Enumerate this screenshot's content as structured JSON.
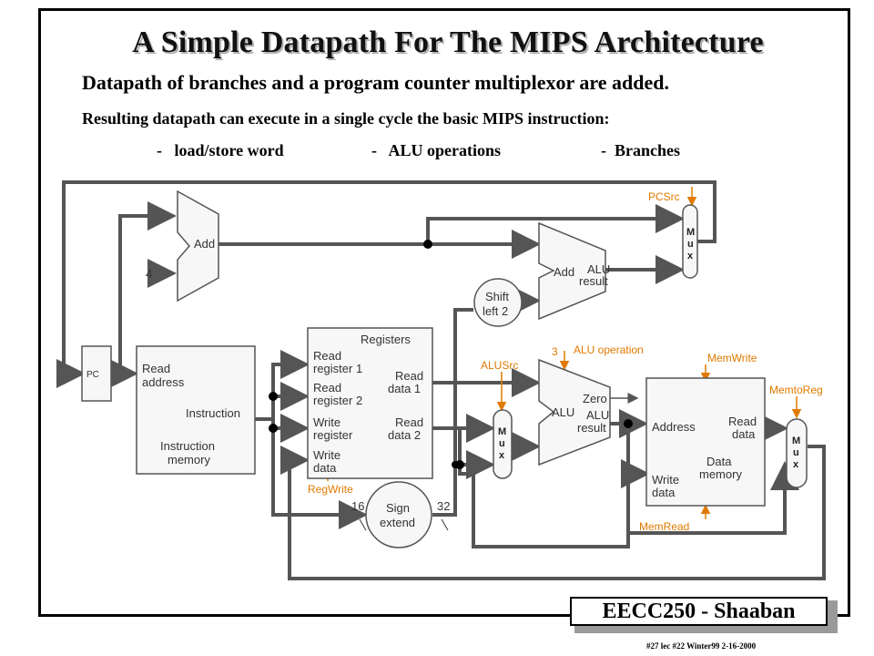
{
  "slide": {
    "title": "A Simple Datapath For The MIPS Architecture",
    "subtitle": "Datapath of branches and a program counter multiplexor are added.",
    "description": "Resulting datapath can execute in a single cycle the basic MIPS instruction:",
    "instructions": [
      "-   load/store word",
      "-   ALU operations",
      "-  Branches"
    ],
    "badge": "EECC250 - Shaaban",
    "footer": "#27   lec #22  Winter99  2-16-2000"
  },
  "diagram": {
    "pc": "PC",
    "adder_pc": "Add",
    "constant_four": "4",
    "instruction_memory": {
      "read_address": [
        "Read",
        "address"
      ],
      "instruction": "Instruction",
      "title": [
        "Instruction",
        "memory"
      ]
    },
    "registers": {
      "title": "Registers",
      "read_register_1": [
        "Read",
        "register 1"
      ],
      "read_register_2": [
        "Read",
        "register 2"
      ],
      "write_register": [
        "Write",
        "register"
      ],
      "write_data": [
        "Write",
        "data"
      ],
      "read_data_1": [
        "Read",
        "data 1"
      ],
      "read_data_2": [
        "Read",
        "data 2"
      ]
    },
    "shift_left": [
      "Shift",
      "left 2"
    ],
    "branch_adder": {
      "add": "Add",
      "alu_result": [
        "ALU",
        "result"
      ]
    },
    "alu": {
      "zero": "Zero",
      "alu": "ALU",
      "alu_result": [
        "ALU",
        "result"
      ]
    },
    "data_memory": {
      "address": "Address",
      "read_data": [
        "Read",
        "data"
      ],
      "write_data": [
        "Write",
        "data"
      ],
      "title": [
        "Data",
        "memory"
      ]
    },
    "sign_extend": [
      "Sign",
      "extend"
    ],
    "bus_widths": {
      "in": "16",
      "out": "32",
      "alu_op": "3"
    },
    "mux_letters": [
      "M",
      "u",
      "x"
    ],
    "control_signals": {
      "pcsrc": "PCSrc",
      "alusrc": "ALUSrc",
      "alu_operation": "ALU operation",
      "memwrite": "MemWrite",
      "memtoreg": "MemtoReg",
      "regwrite": "RegWrite",
      "memread": "MemRead"
    },
    "colors": {
      "wire": "#555555",
      "control": "#e07a00",
      "unit_fill": "#f7f7f7"
    }
  }
}
